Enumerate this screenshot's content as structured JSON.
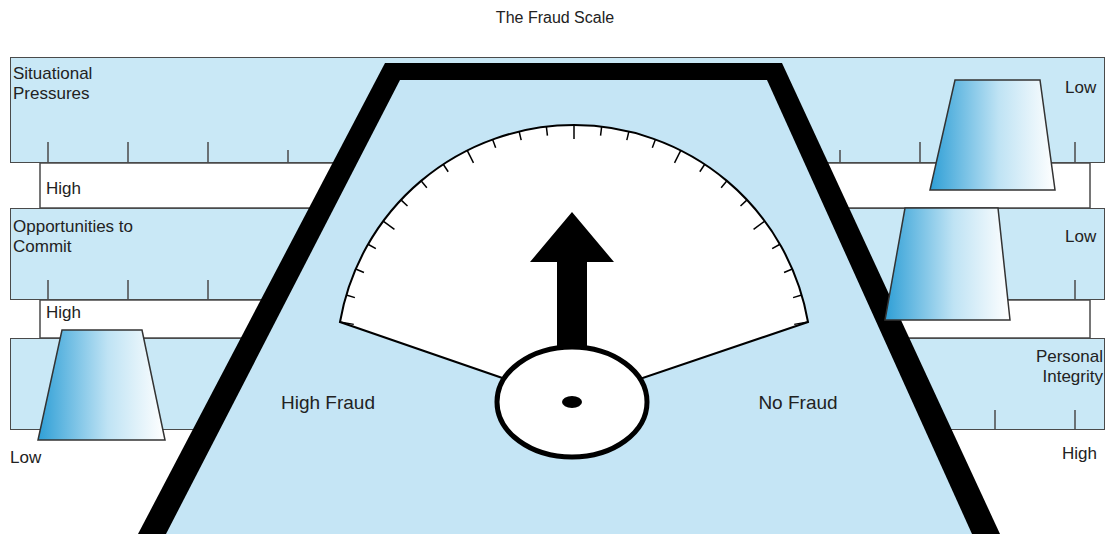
{
  "diagram": {
    "title": "The Fraud Scale",
    "nodes": [
      {
        "text": [
          "Situational Pressures",
          "Low"
        ]
      },
      {
        "text": [
          "Opportunities to Commit",
          "Low"
        ]
      },
      {
        "text": [
          "Personal Integrity"
        ]
      },
      {
        "text": [
          "High Fraud",
          "No Fraud"
        ]
      }
    ],
    "labels": [
      "High",
      "High",
      "Low",
      "High"
    ]
  }
}
